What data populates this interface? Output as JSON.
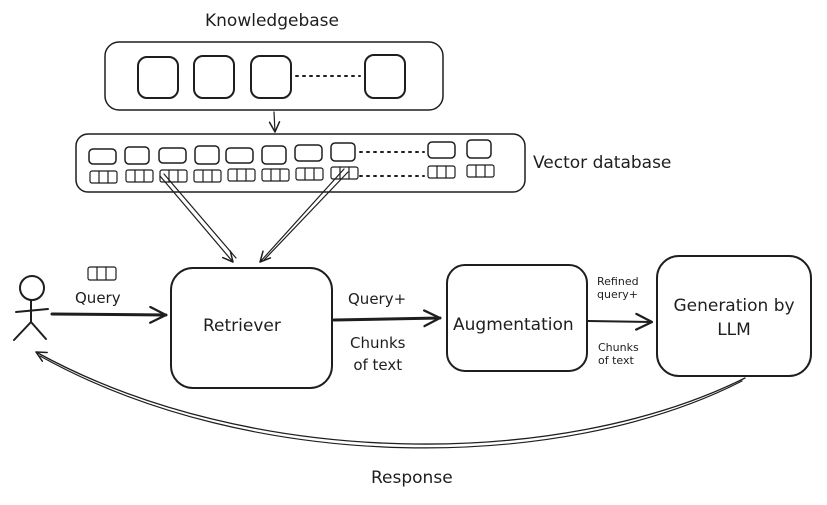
{
  "diagram": {
    "knowledgebase": {
      "title": "Knowledgebase"
    },
    "vector_db": {
      "label": "Vector database"
    },
    "user": {
      "name": "user-stick-figure"
    },
    "edges": {
      "query": "Query",
      "query_plus": "Query+",
      "chunks_of_text": [
        "Chunks",
        "of text"
      ],
      "refined_query": [
        "Refined",
        "query+"
      ],
      "chunks_of_text_small": [
        "Chunks",
        "of text"
      ],
      "response": "Response"
    },
    "nodes": {
      "retriever": "Retriever",
      "augmentation": "Augmentation",
      "generation": [
        "Generation by",
        "LLM"
      ]
    },
    "colors": {
      "stroke": "#1e1e1e",
      "background": "#ffffff"
    }
  }
}
